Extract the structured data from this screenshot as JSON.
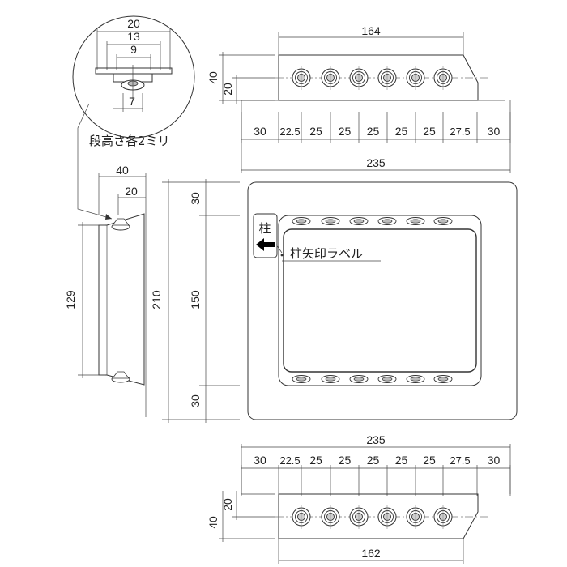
{
  "detail": {
    "dims": [
      "20",
      "13",
      "9",
      "7"
    ],
    "note": "段高さ各2ミリ"
  },
  "top_view": {
    "overall": "164",
    "height": "40",
    "inner": "20",
    "pitch_labels": [
      "30",
      "22.5",
      "25",
      "25",
      "25",
      "25",
      "25",
      "27.5",
      "30"
    ],
    "total": "235"
  },
  "side_view": {
    "width": "40",
    "inner": "20",
    "length": "129",
    "total_height": "210",
    "segments": [
      "30",
      "150",
      "30"
    ]
  },
  "front_view": {
    "pillar_char": "柱",
    "label": "柱矢印ラベル"
  },
  "bottom_view": {
    "total": "235",
    "pitch_labels": [
      "30",
      "22.5",
      "25",
      "25",
      "25",
      "25",
      "25",
      "27.5",
      "30"
    ],
    "inner": "20",
    "height": "40",
    "overall": "162"
  }
}
